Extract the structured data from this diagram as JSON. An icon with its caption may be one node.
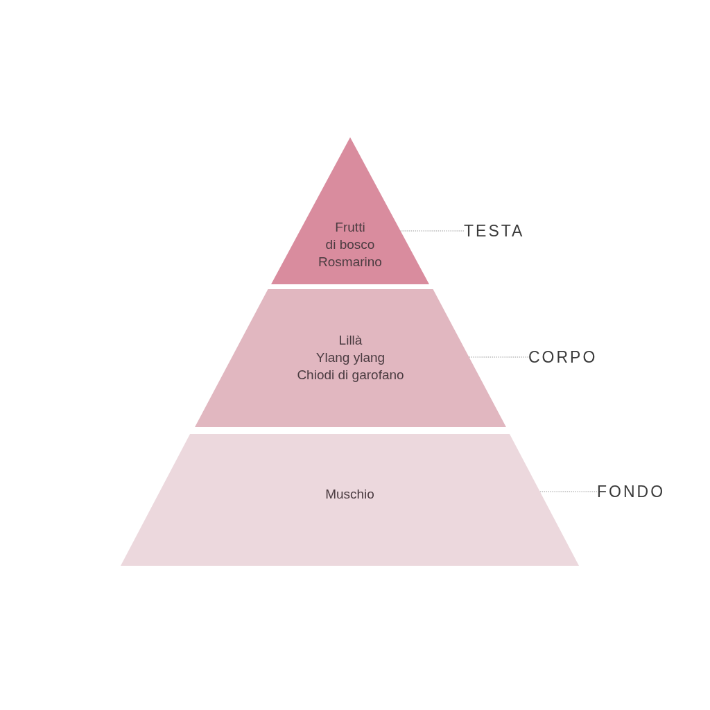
{
  "diagram": {
    "nodes": [
      {
        "text": [
          "Frutti di bosco",
          "Rosmarino"
        ]
      },
      {
        "text": [
          "TESTA"
        ]
      },
      {
        "text": [
          "Lillà",
          "Ylang ylang",
          "Chiodi di garofano"
        ]
      },
      {
        "text": [
          "CORPO"
        ]
      },
      {
        "text": [
          "Muschio"
        ]
      },
      {
        "text": [
          "FONDO"
        ]
      }
    ],
    "edges": [
      {
        "from": 1,
        "to": 0,
        "arrow": "none",
        "style": "dashed"
      },
      {
        "from": 3,
        "to": 2,
        "arrow": "none",
        "style": "dashed"
      },
      {
        "from": 5,
        "to": 4,
        "arrow": "none",
        "style": "dashed"
      }
    ]
  }
}
